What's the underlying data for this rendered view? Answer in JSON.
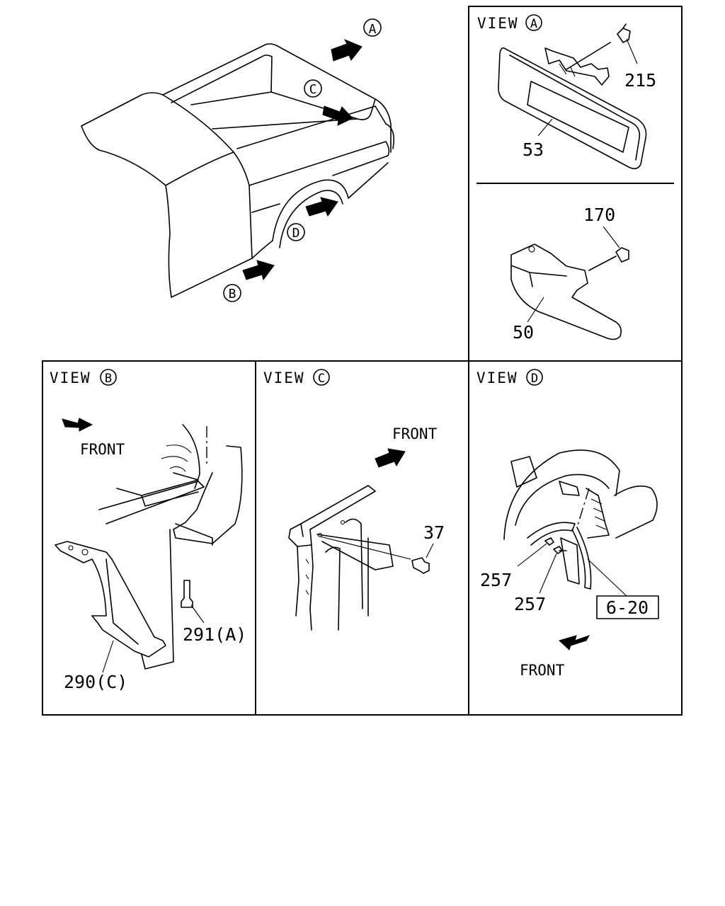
{
  "views": {
    "main": {
      "callouts": {
        "a": "A",
        "b": "B",
        "c": "C",
        "d": "D"
      }
    },
    "view_a": {
      "title": "VIEW",
      "letter": "A",
      "parts": {
        "p215": "215",
        "p53": "53"
      }
    },
    "inner_handle": {
      "parts": {
        "p170": "170",
        "p50": "50"
      }
    },
    "view_b": {
      "title": "VIEW",
      "letter": "B",
      "front": "FRONT",
      "parts": {
        "p291": "291(A)",
        "p290": "290(C)"
      }
    },
    "view_c": {
      "title": "VIEW",
      "letter": "C",
      "front": "FRONT",
      "parts": {
        "p37": "37"
      }
    },
    "view_d": {
      "title": "VIEW",
      "letter": "D",
      "front": "FRONT",
      "parts": {
        "p257a": "257",
        "p257b": "257"
      },
      "reference": "6-20"
    }
  }
}
